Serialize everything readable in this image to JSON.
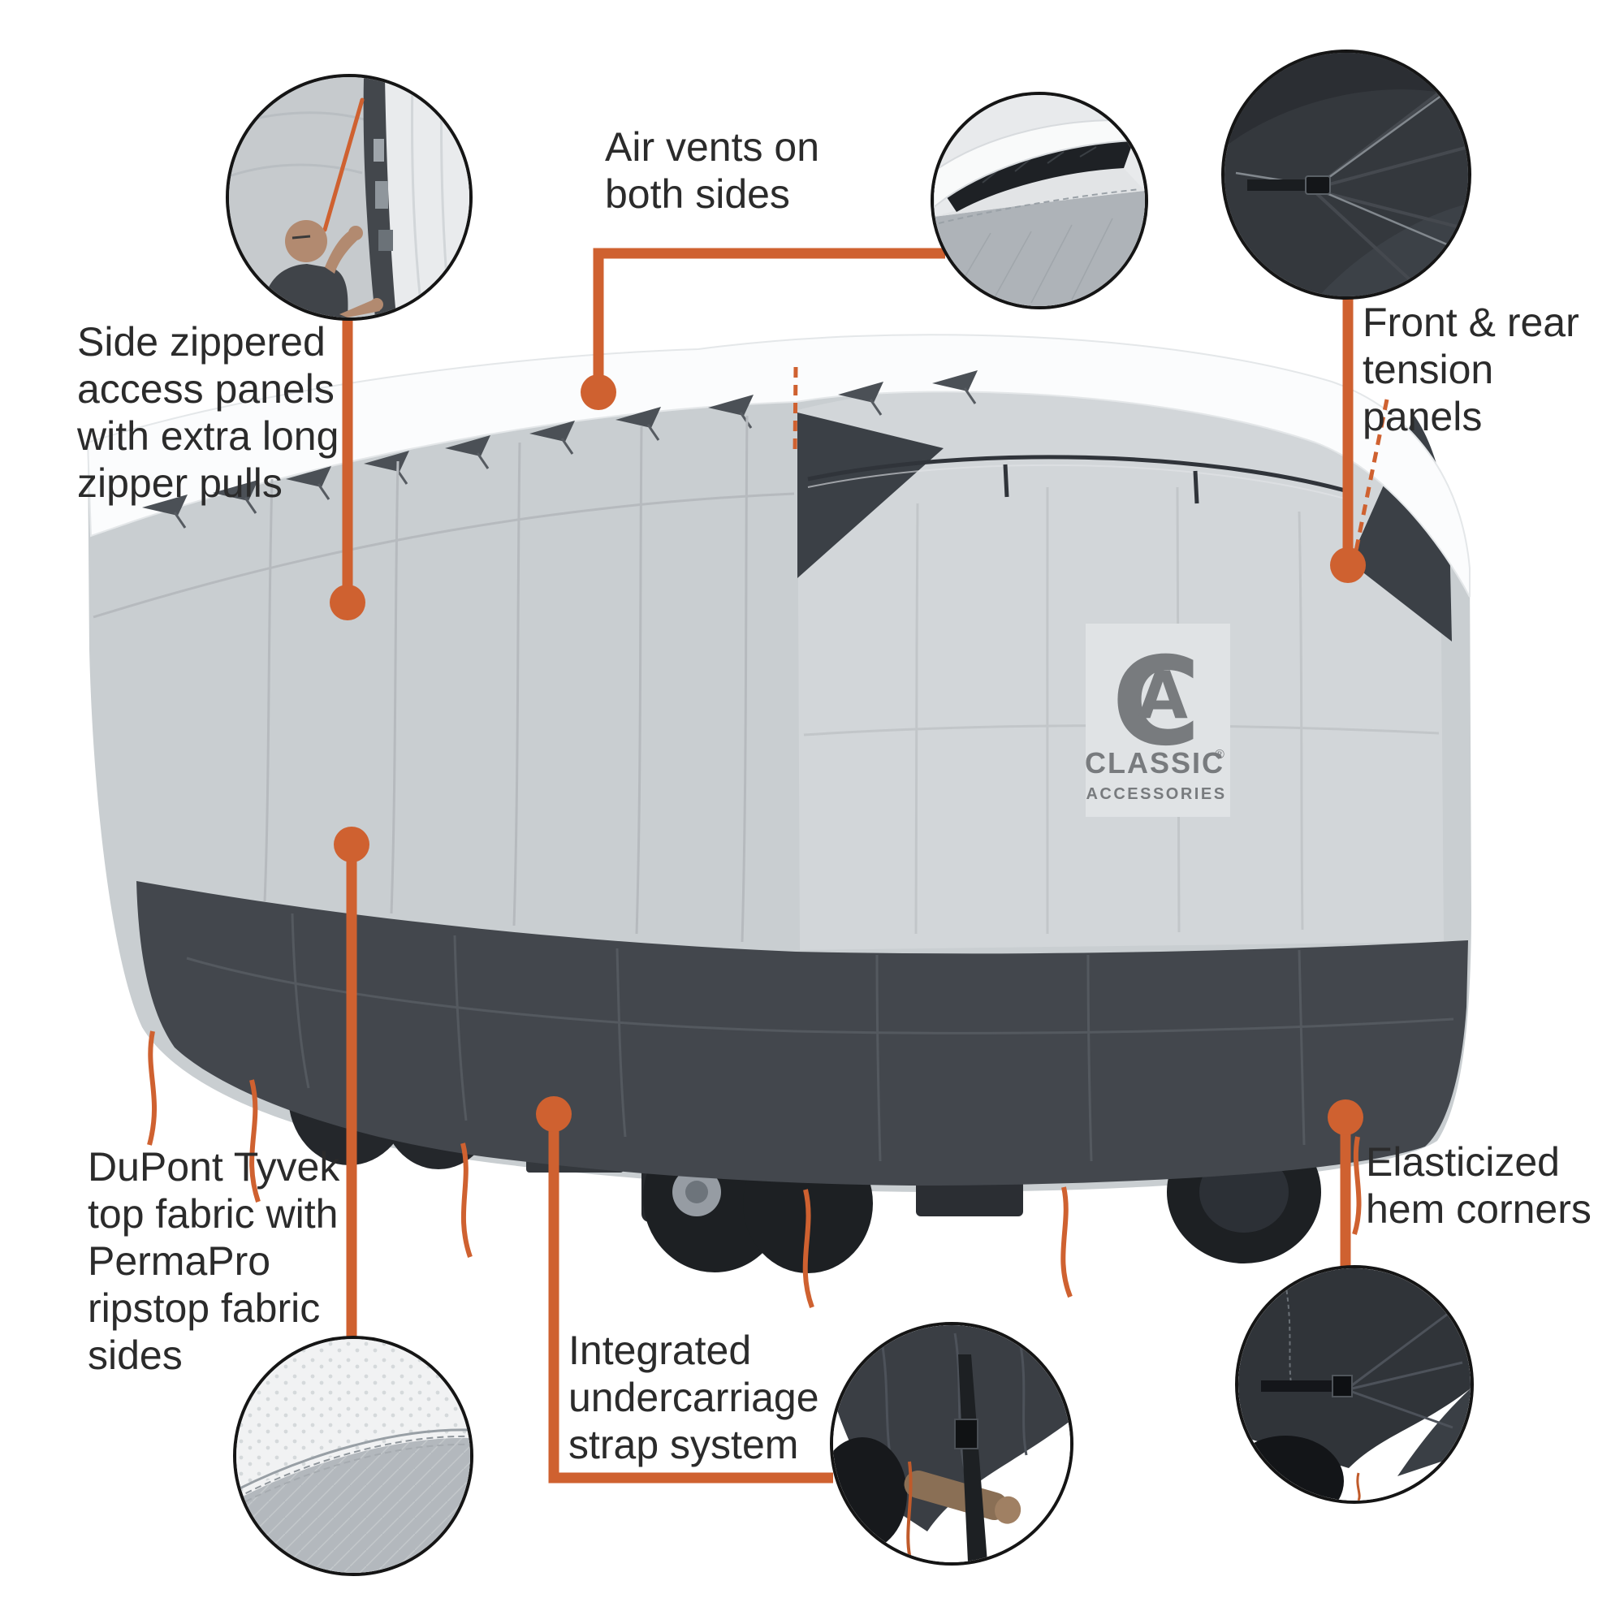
{
  "page": {
    "description": "RV cover product feature diagram on white background"
  },
  "colors": {
    "accent_orange": "#cf6130",
    "text_dark": "#2b2b2b",
    "roof_white": "#fbfcfd",
    "side_gray": "#c9ced1",
    "rear_gray": "#d2d6d9",
    "skirt_dark": "#43474d",
    "panel_dark": "#3b4046",
    "logo_gray": "#787b7e",
    "circle_border": "#151515"
  },
  "callouts": [
    {
      "id": "side-zipper",
      "lines": [
        "Side zippered",
        "access panels",
        "with extra long",
        "zipper pulls"
      ]
    },
    {
      "id": "air-vents",
      "lines": [
        "Air vents on",
        "both sides"
      ]
    },
    {
      "id": "tension-panels",
      "lines": [
        "Front & rear",
        "tension panels"
      ]
    },
    {
      "id": "tyvek-fabric",
      "lines": [
        "DuPont Tyvek",
        "top fabric with",
        "PermaPro",
        "ripstop fabric",
        "sides"
      ]
    },
    {
      "id": "undercarriage",
      "lines": [
        "Integrated",
        "undercarriage",
        "strap system"
      ]
    },
    {
      "id": "elastic-hem",
      "lines": [
        "Elasticized",
        "hem corners"
      ]
    }
  ],
  "logo": {
    "monogram_c": "C",
    "monogram_a": "A",
    "brand": "CLASSIC",
    "registered": "®",
    "subbrand": "ACCESSORIES"
  }
}
